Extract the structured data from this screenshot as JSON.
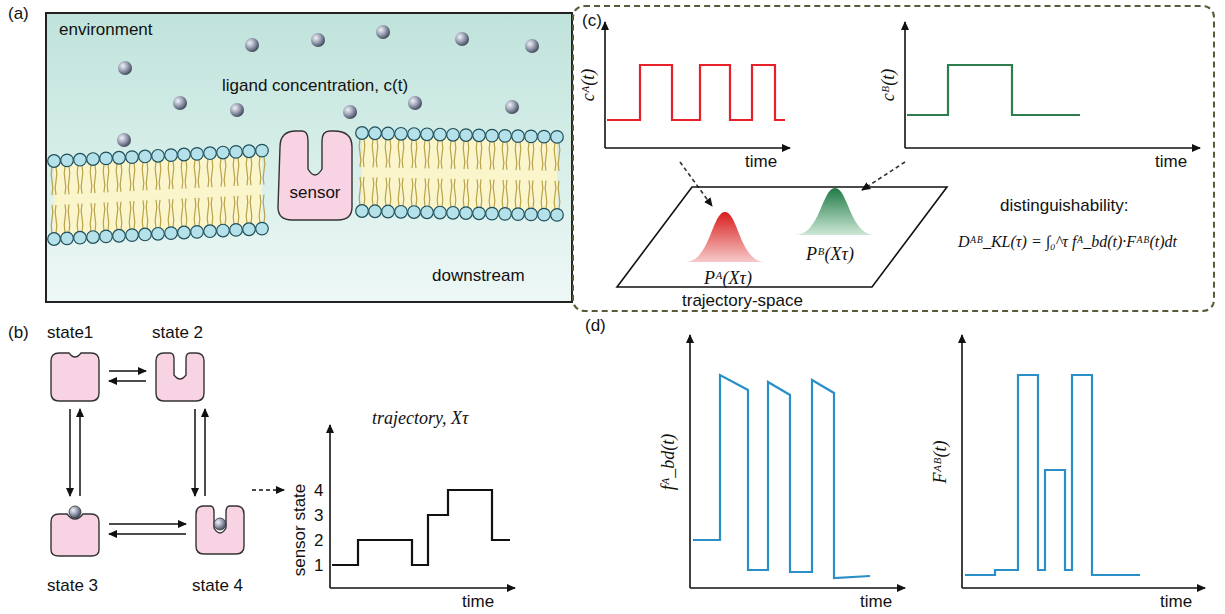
{
  "diagram": {
    "nodes": [
      {
        "text": [
          "environment",
          "ligand concentration, c(t)",
          "downstream"
        ]
      },
      {
        "text": [
          "sensor"
        ],
        "in": 0
      },
      {
        "text": [
          "state1"
        ]
      },
      {
        "text": [
          "state 2"
        ]
      },
      {
        "text": [
          "state 3"
        ]
      },
      {
        "text": [
          "state 4"
        ]
      },
      {
        "text": [
          "(c)"
        ]
      },
      {
        "text": [
          "Pᴬ(Xτ)",
          "Pᴮ(Xτ)",
          "trajectory-space"
        ],
        "in": 6
      }
    ],
    "edges": [
      {
        "from": 2,
        "to": 3,
        "arrow": "to"
      },
      {
        "from": 3,
        "to": 2,
        "arrow": "to"
      },
      {
        "from": 2,
        "to": 4,
        "arrow": "to"
      },
      {
        "from": 4,
        "to": 2,
        "arrow": "to"
      },
      {
        "from": 3,
        "to": 5,
        "arrow": "to"
      },
      {
        "from": 5,
        "to": 3,
        "arrow": "to"
      },
      {
        "from": 4,
        "to": 5,
        "arrow": "to"
      },
      {
        "from": 5,
        "to": 4,
        "arrow": "to"
      }
    ],
    "labels": [
      "(a)",
      "(b)",
      "trajectory, Xτ",
      "sensor state",
      "1",
      "2",
      "3",
      "4",
      "time",
      "cᴬ(t)",
      "time",
      "cᴮ(t)",
      "time",
      "distinguishability:",
      "Dᴬᴮ_KL(τ) = ∫₀^τ fᴬ_bd(t)·Fᴬᴮ(t)dt",
      "(d)",
      "fᴬ_bd(t)",
      "time",
      "Fᴬᴮ(t)",
      "time"
    ]
  }
}
